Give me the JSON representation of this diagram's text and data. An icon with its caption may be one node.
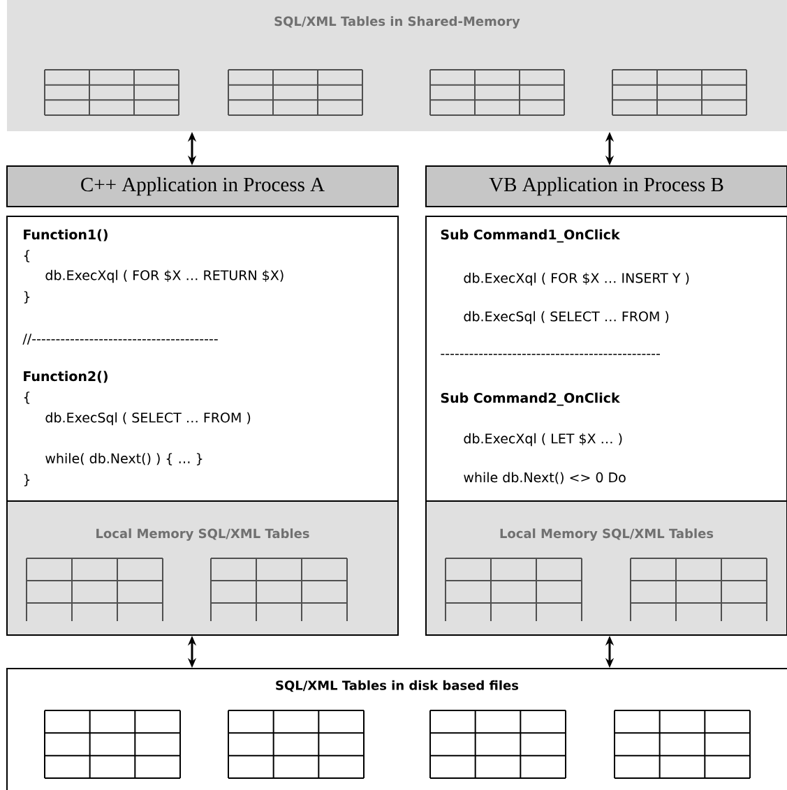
{
  "diagram": {
    "nodes": [
      {
        "text": [
          "SQL/XML Tables in Shared-Memory"
        ]
      },
      {
        "text": [
          "C++ Application in Process A"
        ]
      },
      {
        "text": [
          "Function1()",
          "{",
          "db.ExecXql ( FOR $X … RETURN $X)",
          "}",
          "//---------------------------------------",
          "Function2()",
          "{",
          "db.ExecSql ( SELECT … FROM  )",
          "while( db.Next() ) { … }",
          "}"
        ]
      },
      {
        "text": [
          "Local Memory SQL/XML Tables"
        ]
      },
      {
        "text": [
          "VB  Application in Process B"
        ]
      },
      {
        "text": [
          "Sub Command1_OnClick",
          "db.ExecXql ( FOR $X … INSERT Y )",
          "db.ExecSql ( SELECT …  FROM )",
          "----------------------------------------------",
          "Sub Command2_OnClick",
          "db.ExecXql ( LET $X …  )",
          "while db.Next() <> 0 Do"
        ]
      },
      {
        "text": [
          "Local Memory SQL/XML Tables"
        ]
      },
      {
        "text": [
          "SQL/XML Tables in disk based files"
        ]
      }
    ],
    "edges": [
      {
        "from": 0,
        "to": 1,
        "arrow": "both"
      },
      {
        "from": 0,
        "to": 4,
        "arrow": "both"
      },
      {
        "from": 3,
        "to": 7,
        "arrow": "both"
      },
      {
        "from": 6,
        "to": 7,
        "arrow": "both"
      }
    ]
  }
}
